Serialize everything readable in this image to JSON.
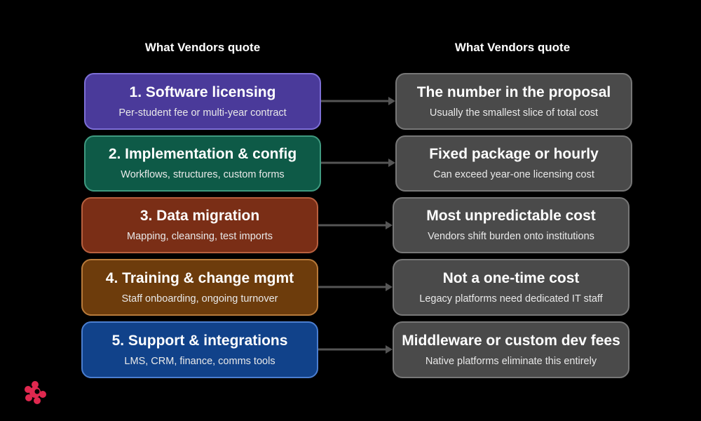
{
  "headers": {
    "left": "What Vendors quote",
    "right": "What Vendors quote"
  },
  "left_items": [
    {
      "title": "1. Software licensing",
      "subtitle": "Per-student fee or multi-year contract",
      "fill": "#4a3a9a",
      "border": "#7d6fd6"
    },
    {
      "title": "2. Implementation & config",
      "subtitle": "Workflows, structures, custom forms",
      "fill": "#0e5a47",
      "border": "#3f9a80"
    },
    {
      "title": "3. Data migration",
      "subtitle": "Mapping, cleansing, test imports",
      "fill": "#7a2e16",
      "border": "#b8603f"
    },
    {
      "title": "4. Training & change mgmt",
      "subtitle": "Staff onboarding, ongoing turnover",
      "fill": "#6d3c0c",
      "border": "#b87a3a"
    },
    {
      "title": "5. Support & integrations",
      "subtitle": "LMS, CRM, finance, comms tools",
      "fill": "#11428a",
      "border": "#4b7ed0"
    }
  ],
  "right_items": [
    {
      "title": "The number in the proposal",
      "subtitle": "Usually the smallest slice of total cost"
    },
    {
      "title": "Fixed package or hourly",
      "subtitle": "Can exceed year-one licensing cost"
    },
    {
      "title": "Most unpredictable cost",
      "subtitle": "Vendors shift burden onto institutions"
    },
    {
      "title": "Not a one-time cost",
      "subtitle": "Legacy platforms need dedicated IT staff"
    },
    {
      "title": "Middleware or custom dev fees",
      "subtitle": "Native platforms eliminate this entirely"
    }
  ],
  "colors": {
    "background": "#000000",
    "right_fill": "#4a4a4a",
    "right_border": "#777777",
    "arrow": "#555555",
    "logo": "#e0284f"
  },
  "logo_icon": "brand-logo-icon"
}
